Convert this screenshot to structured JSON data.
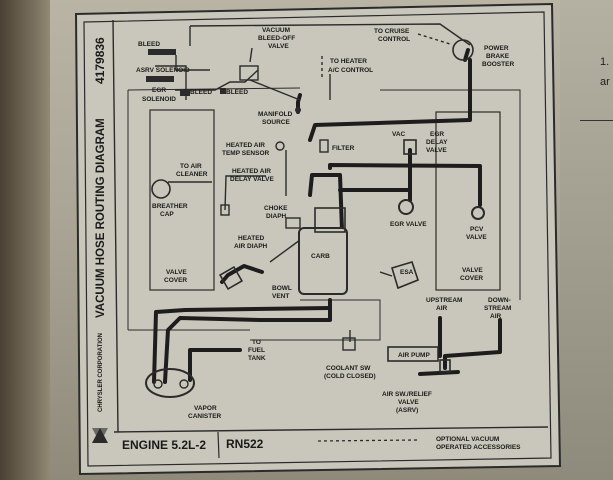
{
  "diagram": {
    "title": "VACUUM HOSE ROUTING DIAGRAM",
    "part_number": "4179836",
    "brand": "CHRYSLER CORPORATION",
    "engine": "ENGINE 5.2L-2",
    "code": "RN522",
    "legend_text_1": "OPTIONAL VACUUM",
    "legend_text_2": "OPERATED ACCESSORIES",
    "labels": {
      "bleed_top": "BLEED",
      "asrv_solenoid": "ASRV SOLENOID",
      "egr_solenoid_1": "EGR",
      "egr_solenoid_2": "SOLENOID",
      "bleed_mid": "BLEED",
      "bleed_right": "BLEED",
      "vac_bleed_1": "VACUUM",
      "vac_bleed_2": "BLEED-OFF",
      "vac_bleed_3": "VALVE",
      "to_heater_1": "TO HEATER",
      "to_heater_2": "A/C CONTROL",
      "to_cruise_1": "TO CRUISE",
      "to_cruise_2": "CONTROL",
      "power_brake_1": "POWER",
      "power_brake_2": "BRAKE",
      "power_brake_3": "BOOSTER",
      "manifold_1": "MANIFOLD",
      "manifold_2": "SOURCE",
      "filter": "FILTER",
      "vac": "VAC",
      "egr_delay_1": "EGR",
      "egr_delay_2": "DELAY",
      "egr_delay_3": "VALVE",
      "heated_sensor_1": "HEATED AIR",
      "heated_sensor_2": "TEMP SENSOR",
      "heated_delay_1": "HEATED AIR",
      "heated_delay_2": "DELAY VALVE",
      "to_air_1": "TO AIR",
      "to_air_2": "CLEANER",
      "breather_1": "BREATHER",
      "breather_2": "CAP",
      "choke_1": "CHOKE",
      "choke_2": "DIAPH",
      "heated_diaph_1": "HEATED",
      "heated_diaph_2": "AIR DIAPH",
      "carb": "CARB",
      "egr_valve": "EGR VALVE",
      "pcv_1": "PCV",
      "pcv_2": "VALVE",
      "valve_cover_l1": "VALVE",
      "valve_cover_l2": "COVER",
      "valve_cover_r1": "VALVE",
      "valve_cover_r2": "COVER",
      "esa": "ESA",
      "bowl_1": "BOWL",
      "bowl_2": "VENT",
      "upstream_1": "UPSTREAM",
      "upstream_2": "AIR",
      "downstream_1": "DOWN-",
      "downstream_2": "STREAM",
      "downstream_3": "AIR",
      "to_fuel_1": "TO",
      "to_fuel_2": "FUEL",
      "to_fuel_3": "TANK",
      "coolant_1": "COOLANT SW",
      "coolant_2": "(COLD CLOSED)",
      "air_pump": "AIR PUMP",
      "air_sw_1": "AIR SW./RELIEF",
      "air_sw_2": "VALVE",
      "air_sw_3": "(ASRV)",
      "vapor_1": "VAPOR",
      "vapor_2": "CANISTER"
    }
  },
  "right_page": {
    "line1": "1.",
    "line2": "ar"
  }
}
